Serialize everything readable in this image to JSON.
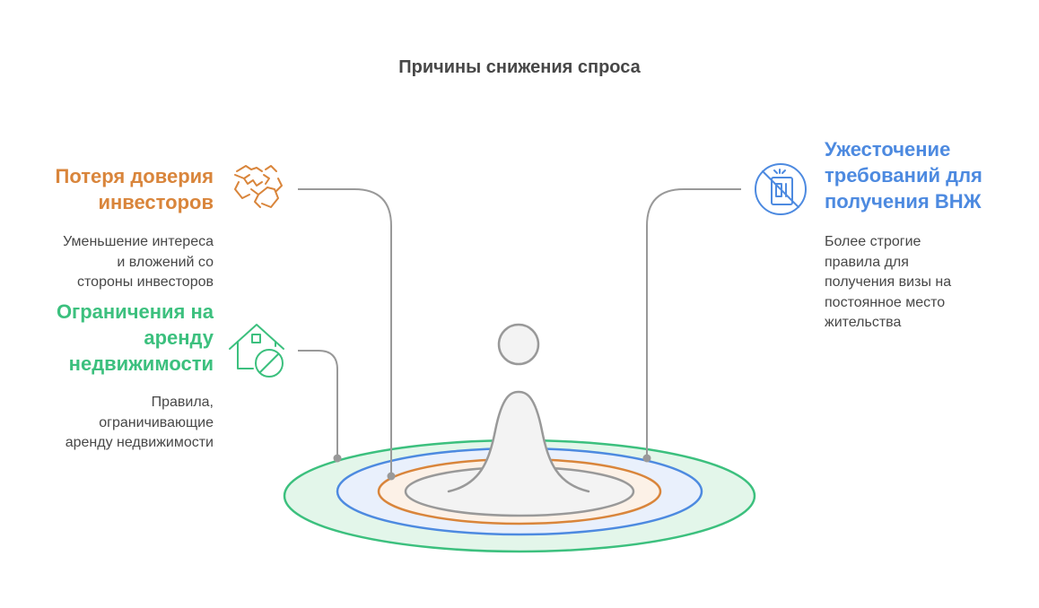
{
  "title": "Причины снижения спроса",
  "colors": {
    "orange": "#d9853b",
    "green": "#3cc07e",
    "blue": "#4d8ae0",
    "gray": "#999999",
    "text": "#474747"
  },
  "items": [
    {
      "heading": "Потеря доверия инвесторов",
      "heading_lines": [
        "Потеря доверия",
        "инвесторов"
      ],
      "description_lines": [
        "Уменьшение интереса",
        "и вложений со",
        "стороны инвесторов"
      ],
      "icon": "handshake-icon",
      "color": "orange"
    },
    {
      "heading": "Ограничения на аренду недвижимости",
      "heading_lines": [
        "Ограничения на",
        "аренду",
        "недвижимости"
      ],
      "description_lines": [
        "Правила,",
        "ограничивающие",
        "аренду недвижимости"
      ],
      "icon": "house-restricted-icon",
      "color": "green"
    },
    {
      "heading": "Ужесточение требований для получения ВНЖ",
      "heading_lines": [
        "Ужесточение",
        "требований для",
        "получения ВНЖ"
      ],
      "description_lines": [
        "Более строгие",
        "правила для",
        "получения визы на",
        "постоянное место",
        "жительства"
      ],
      "icon": "no-passport-icon",
      "color": "blue"
    }
  ]
}
